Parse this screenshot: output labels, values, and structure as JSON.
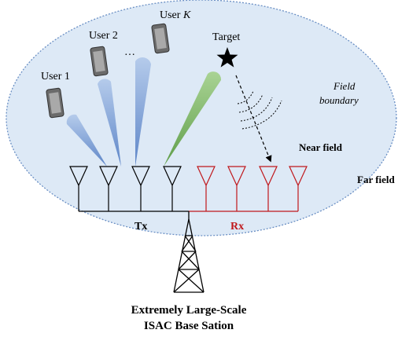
{
  "users": {
    "user1": "User 1",
    "user2": "User 2",
    "dots": "…",
    "userK_prefix": "User ",
    "userK_var": "K"
  },
  "target_label": "Target",
  "field_boundary_line1": "Field",
  "field_boundary_line2": "boundary",
  "near_field": "Near field",
  "far_field": "Far field",
  "tx_label": "Tx",
  "rx_label": "Rx",
  "bs_line1": "Extremely Large-Scale",
  "bs_line2": "ISAC Base Sation",
  "colors": {
    "near_field_fill": "#dde9f6",
    "boundary": "#6a8fc4",
    "beam_blue": "#7fa6db",
    "beam_green": "#7eb86a",
    "rx": "#c0181c",
    "tx": "#000000"
  }
}
